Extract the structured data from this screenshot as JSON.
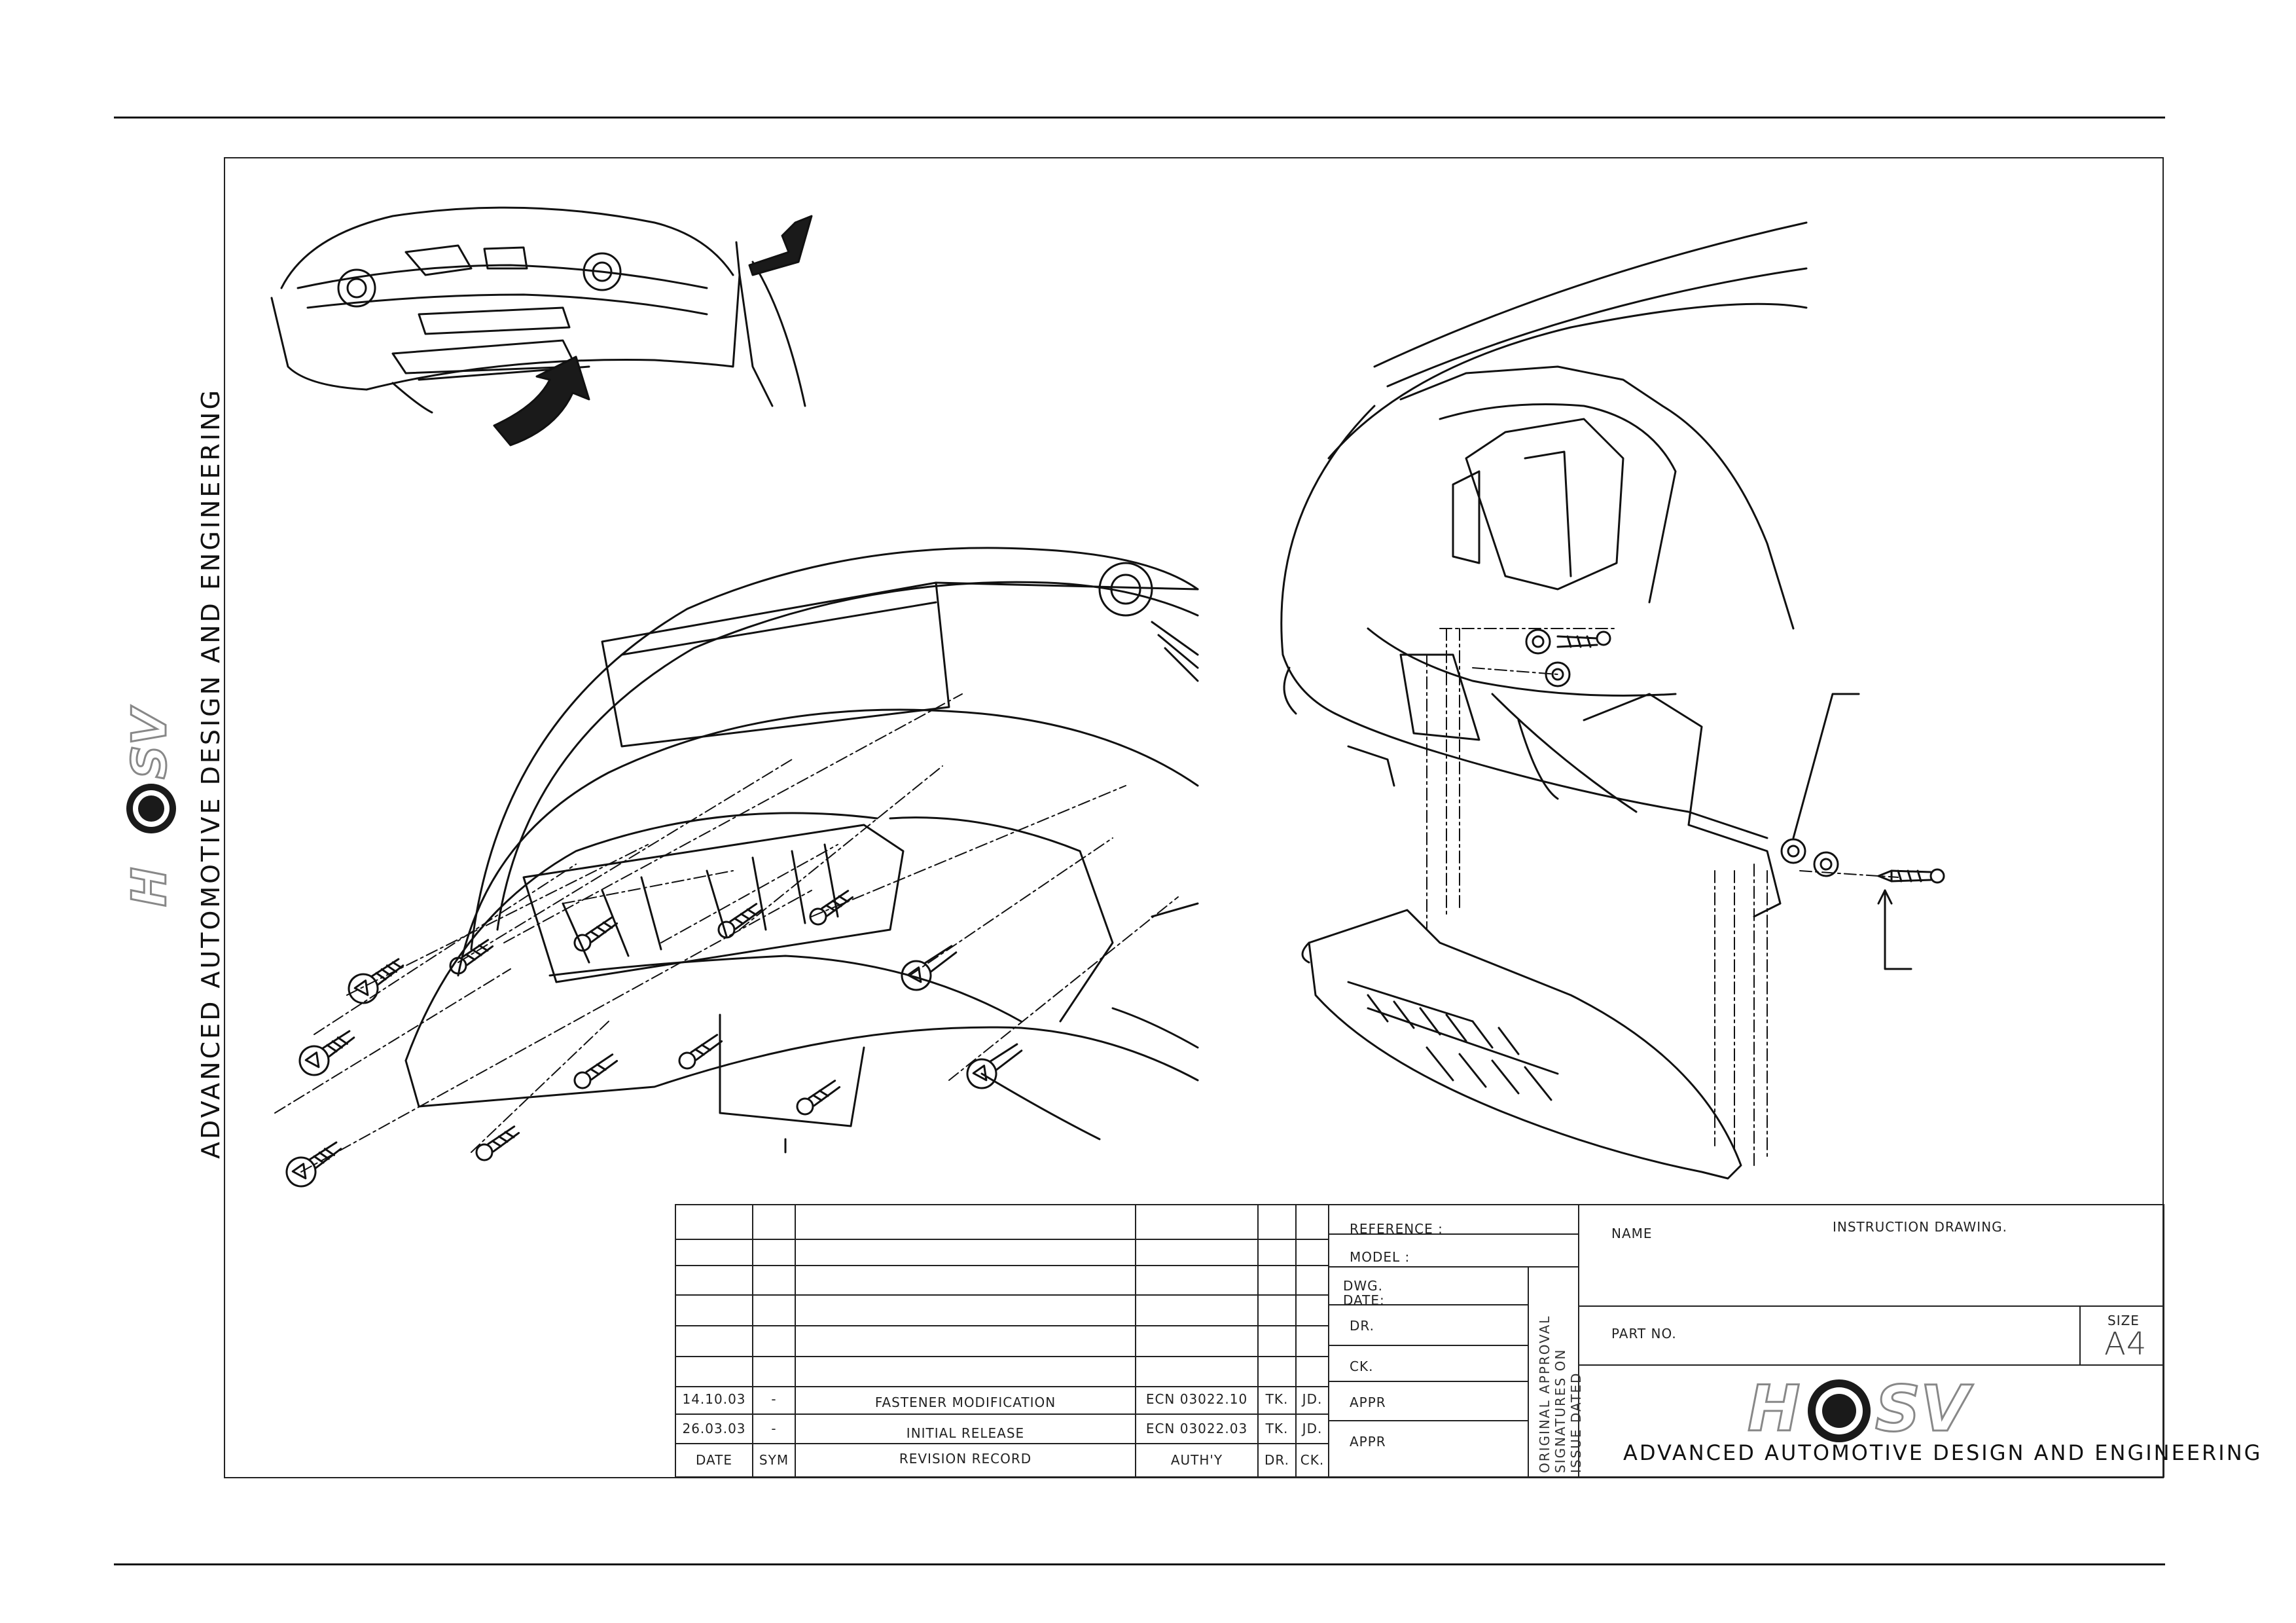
{
  "company": {
    "tagline": "ADVANCED AUTOMOTIVE DESIGN AND ENGINEERING",
    "logo_text": "HSV"
  },
  "title_block": {
    "reference_label": "REFERENCE :",
    "model_label": "MODEL :",
    "dwg_date_label": "DWG.\nDATE:",
    "dr_label": "DR.",
    "ck_label": "CK.",
    "appr_label_1": "APPR",
    "appr_label_2": "APPR",
    "approval_note": "ORIGINAL APPROVAL\nSIGNATURES ON\nISSUE DATED",
    "name_label": "NAME",
    "name_value": "INSTRUCTION DRAWING.",
    "part_no_label": "PART NO.",
    "size_label": "SIZE",
    "size_value": "A4"
  },
  "revision_record": {
    "rows": [
      {
        "date": "14.10.03",
        "sym": "-",
        "description": "FASTENER MODIFICATION",
        "auth": "ECN 03022.10",
        "dr": "TK.",
        "ck": "JD."
      },
      {
        "date": "26.03.03",
        "sym": "-",
        "description": "INITIAL RELEASE",
        "auth": "ECN 03022.03",
        "dr": "TK.",
        "ck": "JD."
      }
    ],
    "headers": {
      "date": "DATE",
      "sym": "SYM",
      "description": "REVISION RECORD",
      "auth": "AUTH'Y",
      "dr": "DR.",
      "ck": "CK."
    }
  },
  "colors": {
    "line": "#111111",
    "fill_dark": "#1a1a1a"
  }
}
